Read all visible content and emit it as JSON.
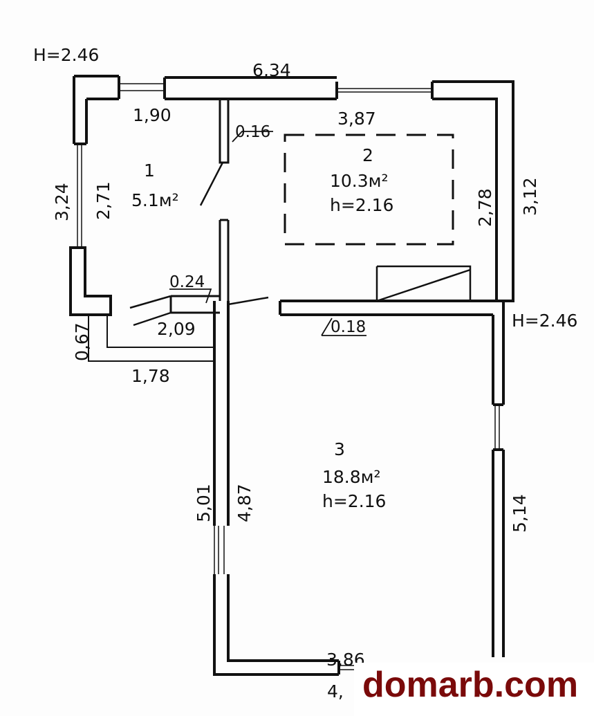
{
  "heights": {
    "top_left": "H=2.46",
    "right": "H=2.46"
  },
  "rooms": [
    {
      "number": "1",
      "area": "5.1м²",
      "height": ""
    },
    {
      "number": "2",
      "area": "10.3м²",
      "height": "h=2.16"
    },
    {
      "number": "3",
      "area": "18.8м²",
      "height": "h=2.16"
    }
  ],
  "dimensions": {
    "top_outer": "6,34",
    "top_window_inner": "1,90",
    "top_inner_right": "3,87",
    "partition_thickness_1": "0.16",
    "left_outer": "3,24",
    "left_inner": "2,71",
    "room2_right_inner": "2,78",
    "right_outer": "3,12",
    "partition_thickness_2": "0.24",
    "vestibule_inner": "2,09",
    "vestibule_depth": "0,67",
    "vestibule_outer": "1,78",
    "partition_thickness_3": "0.18",
    "room3_left_outer": "5,01",
    "room3_left_inner": "4,87",
    "room3_right": "5,14",
    "bottom_inner": "3,86",
    "bottom_outer": "4,"
  },
  "watermark": "domarb.com",
  "colors": {
    "watermark": "#7a0a0a",
    "lines": "#111111"
  }
}
